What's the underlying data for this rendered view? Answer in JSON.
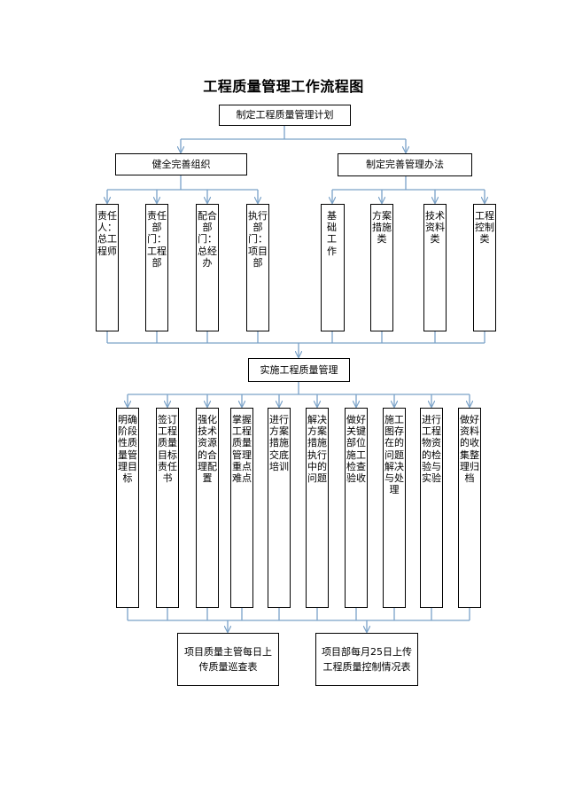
{
  "title": "工程质量管理工作流程图",
  "top_box": "制定工程质量管理计划",
  "level2": {
    "left": "健全完善组织",
    "right": "制定完善管理办法"
  },
  "org_items": [
    "责任人：总工程师",
    "责任部门：工程部",
    "配合部门：总经办",
    "执行部门：项目部"
  ],
  "method_items": [
    "基础工作",
    "方案措施类",
    "技术资料类",
    "工程控制类"
  ],
  "implement_box": "实施工程质量管理",
  "tasks": [
    "明确阶段性质量管理目标",
    "签订工程质量目标责任书",
    "强化技术资源的合理配置",
    "掌握工程质量管理重点难点",
    "进行方案措施交底培训",
    "解决方案措施执行中的问题",
    "做好关键部位施工检查验收",
    "施工图存在的问题解决与处理",
    "进行工程物资的检验与实验",
    "做好资料的收集整理归档"
  ],
  "outputs": [
    "项目质量主管每日上传质量巡查表",
    "项目部每月25日上传工程质量控制情况表"
  ],
  "colors": {
    "connector": "#7aa2c8",
    "border": "#000000"
  }
}
